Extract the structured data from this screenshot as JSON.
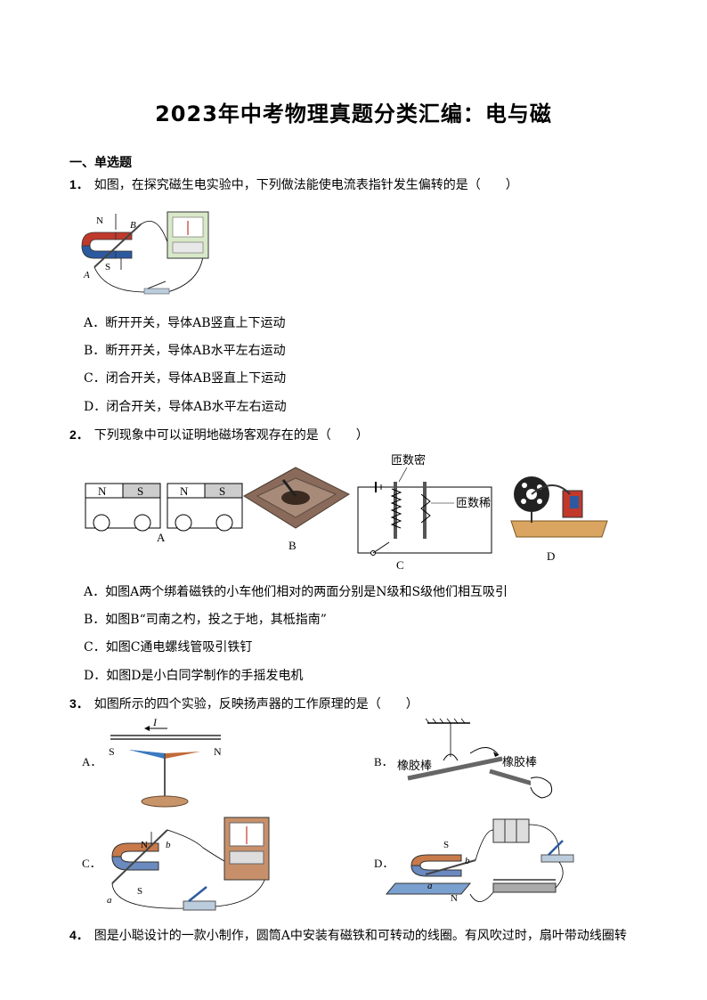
{
  "title": "2023年中考物理真题分类汇编：电与磁",
  "section": "一、单选题",
  "q1": {
    "num": "1．",
    "stem": "如图，在探究磁生电实验中，下列做法能使电流表指针发生偏转的是（　　）",
    "fig_labels": {
      "N": "N",
      "S": "S",
      "A": "A",
      "B": "B"
    },
    "options": [
      "A．断开开关，导体AB竖直上下运动",
      "B．断开开关，导体AB水平左右运动",
      "C．闭合开关，导体AB竖直上下运动",
      "D．闭合开关，导体AB水平左右运动"
    ]
  },
  "q2": {
    "num": "2．",
    "stem": "下列现象中可以证明地磁场客观存在的是（　　）",
    "fig_labels": {
      "N1": "N",
      "S1": "S",
      "N2": "N",
      "S2": "S",
      "A": "A",
      "B": "B",
      "C": "C",
      "D": "D",
      "dense": "匝数密",
      "sparse": "匝数稀"
    },
    "options": [
      "A．如图A两个绑着磁铁的小车他们相对的两面分别是N级和S级他们相互吸引",
      "B．如图B“司南之杓，投之于地，其柢指南”",
      "C．如图C通电螺线管吸引铁钉",
      "D．如图D是小白同学制作的手摇发电机"
    ]
  },
  "q3": {
    "num": "3．",
    "stem": "如图所示的四个实验，反映扬声器的工作原理的是（　　）",
    "fig_labels": {
      "A": "A．",
      "B": "B．",
      "C": "C．",
      "D": "D．",
      "I": "I",
      "S": "S",
      "N": "N",
      "rod1": "橡胶棒",
      "rod2": "橡胶棒",
      "a": "a",
      "b": "b"
    }
  },
  "q4": {
    "num": "4．",
    "stem": "图是小聪设计的一款小制作，圆筒A中安装有磁铁和可转动的线圈。有风吹过时，扇叶带动线圈转"
  }
}
